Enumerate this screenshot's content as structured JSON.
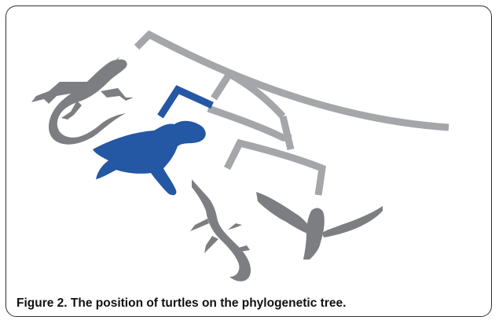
{
  "caption": "Figure 2. The position of turtles on the phylogenetic tree.",
  "colors": {
    "tree_gray": "#a5a6a9",
    "silhouette_gray": "#7d7e82",
    "turtle_blue": "#2457a4",
    "border": "#2f2f2f"
  },
  "taxa": [
    "lizard",
    "turtle",
    "crocodile",
    "bird"
  ],
  "highlighted_taxon": "turtle",
  "icons": [
    "lizard-silhouette-icon",
    "turtle-silhouette-icon",
    "crocodile-silhouette-icon",
    "bird-silhouette-icon"
  ]
}
